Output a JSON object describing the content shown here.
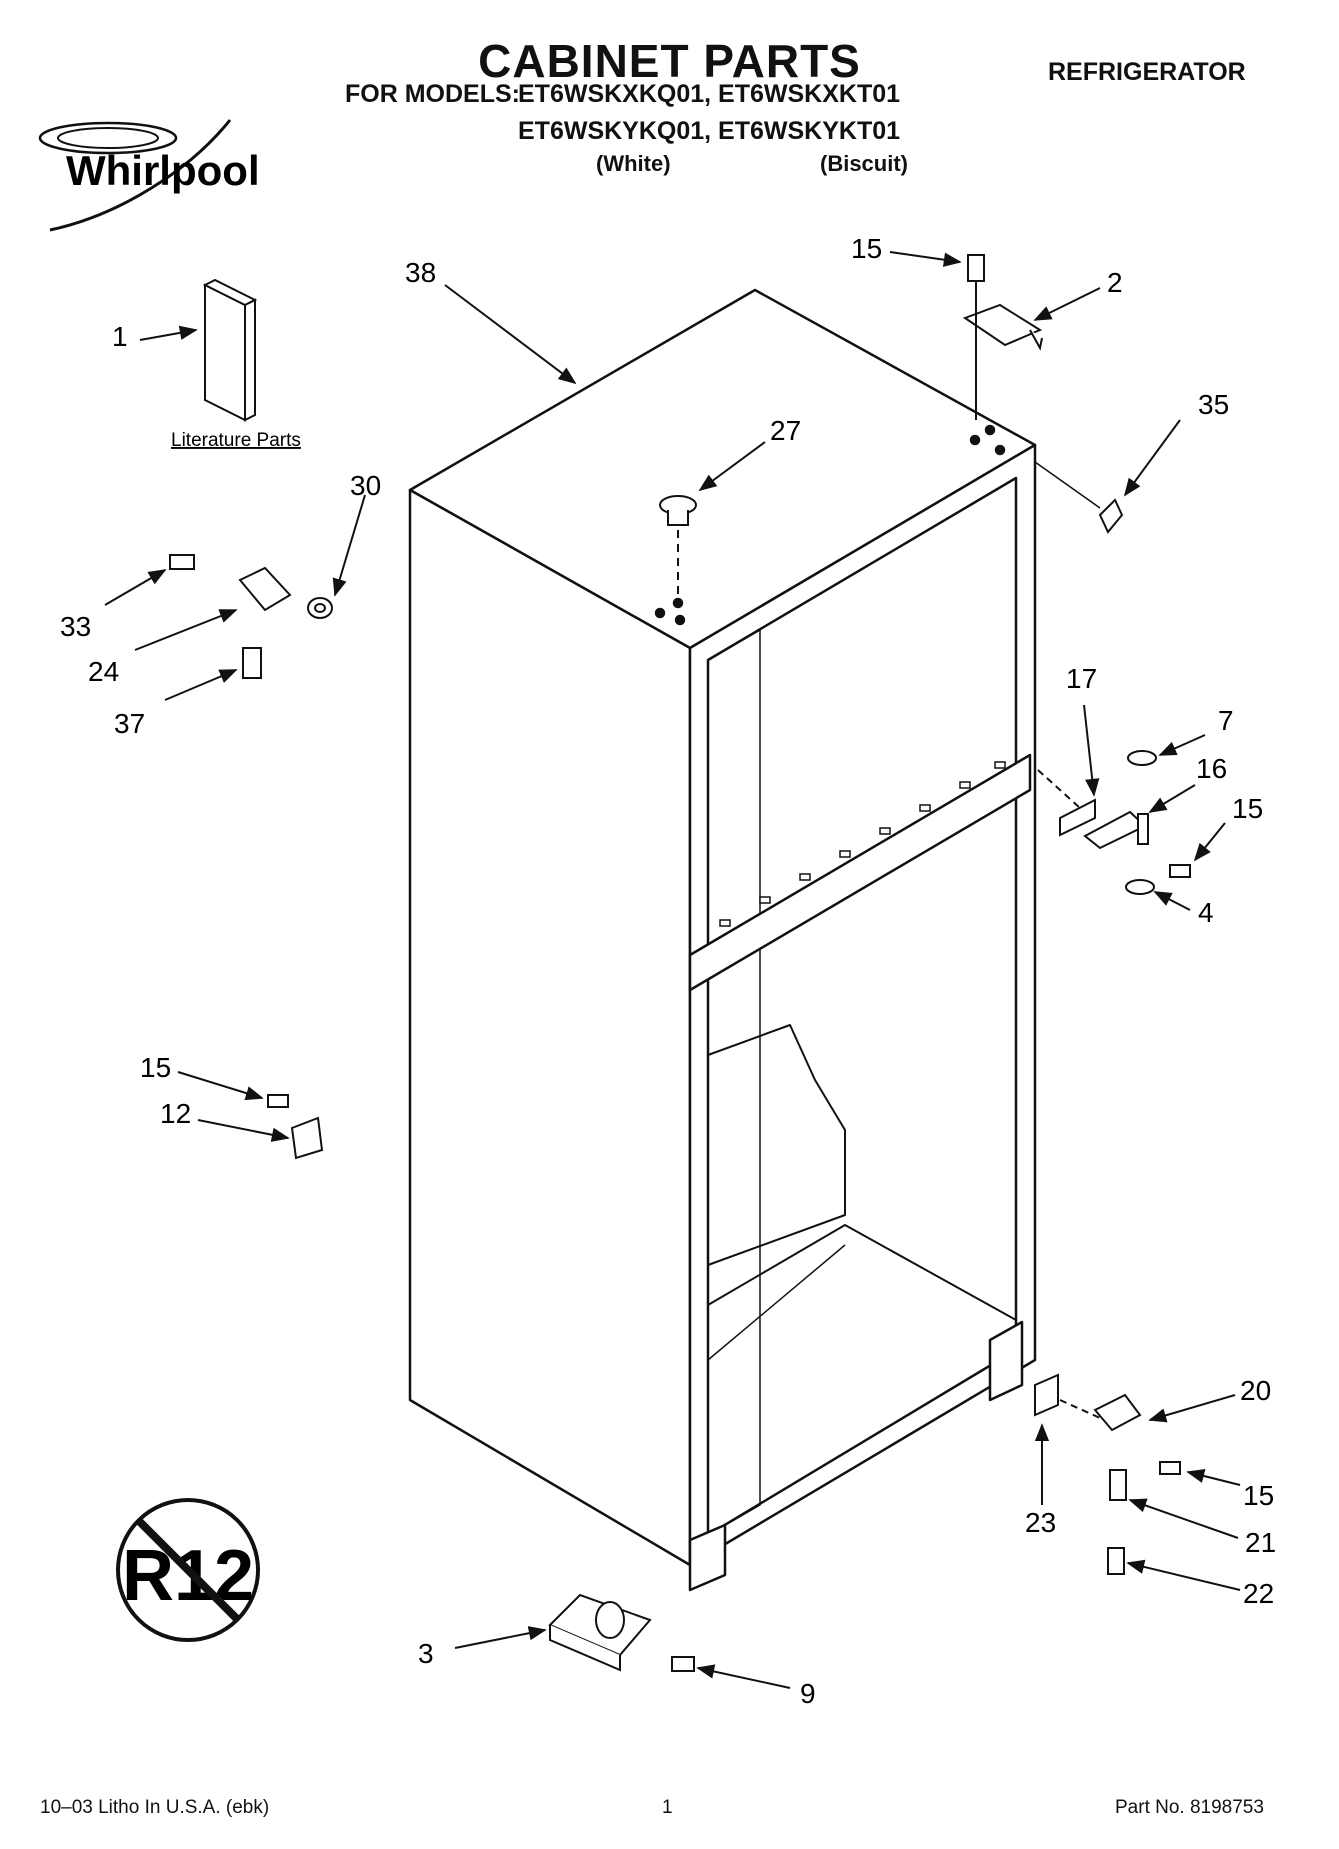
{
  "header": {
    "title": "CABINET PARTS",
    "category": "REFRIGERATOR",
    "models_label": "FOR MODELS:",
    "models_line1": "ET6WSKXKQ01, ET6WSKXKT01",
    "models_line2": "ET6WSKYKQ01, ET6WSKYKT01",
    "color_white": "(White)",
    "color_biscuit": "(Biscuit)",
    "brand": "Whirlpool"
  },
  "diagram": {
    "literature_caption": "Literature Parts",
    "refrigerant_badge": "R12",
    "callouts": [
      "1",
      "2",
      "3",
      "4",
      "7",
      "9",
      "12",
      "15",
      "15",
      "15",
      "15",
      "16",
      "17",
      "20",
      "21",
      "22",
      "23",
      "24",
      "27",
      "30",
      "33",
      "35",
      "37",
      "38"
    ]
  },
  "footer": {
    "litho": "10–03 Litho In U.S.A. (ebk)",
    "page_number": "1",
    "part_number": "Part No. 8198753"
  }
}
